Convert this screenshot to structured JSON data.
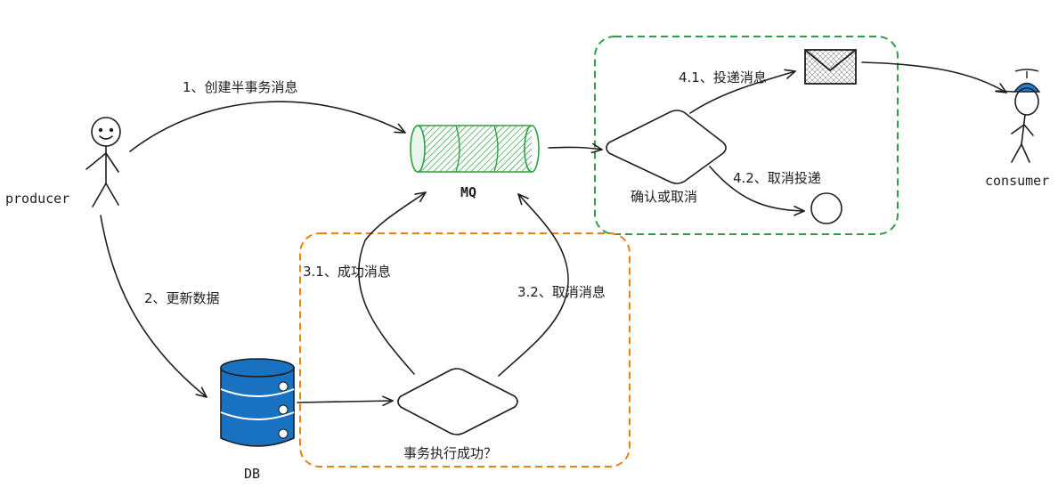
{
  "actors": {
    "producer": "producer",
    "consumer": "consumer"
  },
  "nodes": {
    "mq": "MQ",
    "db": "DB",
    "confirm_decision": "确认或取消",
    "tx_decision": "事务执行成功？"
  },
  "edges": {
    "create_half_msg": "1、创建半事务消息",
    "update_data": "2、更新数据",
    "success_msg": "3.1、成功消息",
    "cancel_msg": "3.2、取消消息",
    "deliver_msg": "4.1、投递消息",
    "cancel_delivery": "4.2、取消投递"
  },
  "colors": {
    "green_group": "#2f9e44",
    "orange_group": "#e8830c",
    "mq_fill": "#2f9e44",
    "db_fill": "#1971c2",
    "hat_fill": "#1c7ed6",
    "stroke": "#1e1e1e"
  }
}
